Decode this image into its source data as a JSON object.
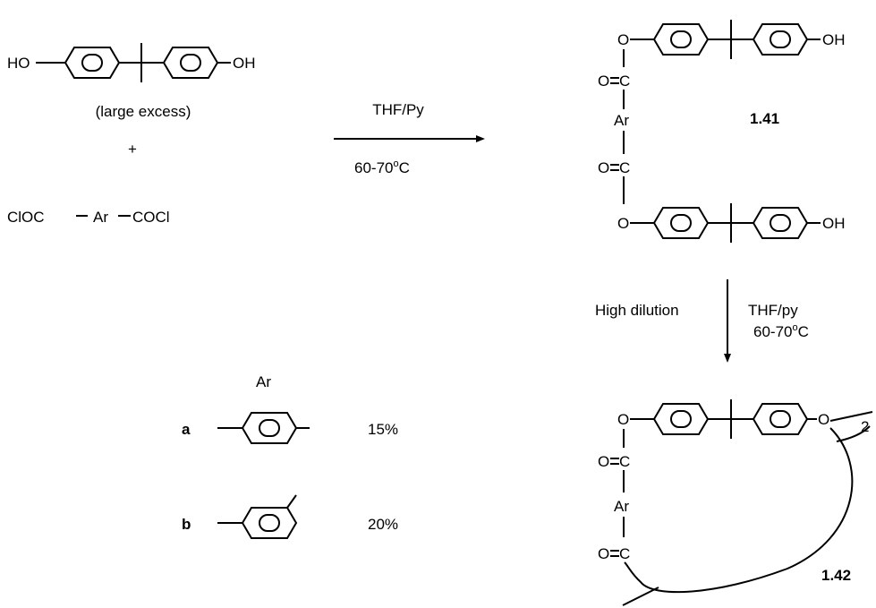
{
  "reactants": {
    "bisphenol_left_oh": "HO",
    "bisphenol_right_oh": "OH",
    "excess_note": "(large excess)",
    "plus": "+",
    "acid_chloride_left": "ClOC",
    "acid_chloride_ar": "Ar",
    "acid_chloride_right": "COCl"
  },
  "step1": {
    "above": "THF/Py",
    "below_prefix": "60-70",
    "below_sup": "o",
    "below_suffix": "C"
  },
  "compound_141": {
    "label": "1.41",
    "o_top": "O",
    "c_top": "C",
    "o_top_dbl": "O",
    "ar": "Ar",
    "o_bot_dbl": "O",
    "c_bot": "C",
    "o_bot": "O",
    "oh_top": "OH",
    "oh_bot": "OH"
  },
  "step2": {
    "left": "High dilution",
    "right_top": "THF/py",
    "right_bot_prefix": "60-70",
    "right_bot_sup": "o",
    "right_bot_suffix": "C"
  },
  "ar_table": {
    "header": "Ar",
    "rows": [
      {
        "id": "a",
        "yield": "15%"
      },
      {
        "id": "b",
        "yield": "20%"
      }
    ]
  },
  "compound_142": {
    "label": "1.42",
    "o_top": "O",
    "c_top": "C",
    "o_dbl": "O",
    "ar": "Ar",
    "o_bot_dbl": "O",
    "c_bot": "C",
    "o_right": "O",
    "repeat": "2"
  }
}
